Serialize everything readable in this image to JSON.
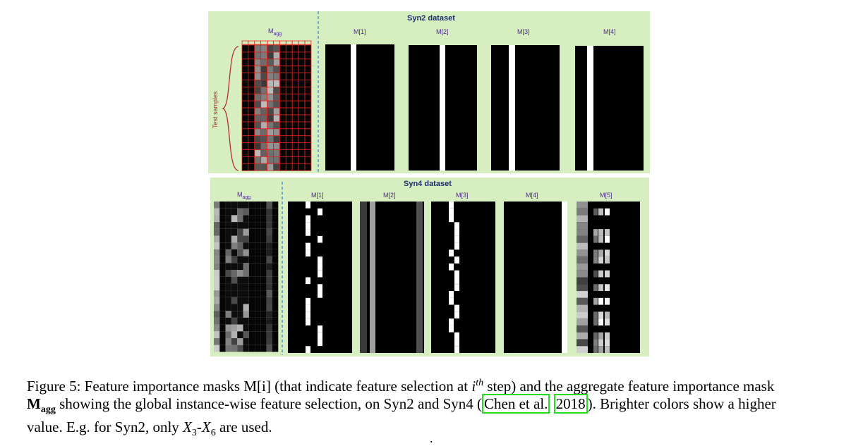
{
  "syn2": {
    "title": "Syn2 dataset",
    "agg_label": "M",
    "agg_sub": "agg",
    "side_label": "Test samples",
    "masks": [
      "M[1]",
      "M[2]",
      "M[3]",
      "M[4]"
    ]
  },
  "syn4": {
    "title": "Syn4 dataset",
    "agg_label": "M",
    "agg_sub": "agg",
    "masks": [
      "M[1]",
      "M[2]",
      "M[3]",
      "M[4]",
      "M[5]"
    ]
  },
  "caption": {
    "fig": "Figure 5:",
    "t1": " Feature importance masks ",
    "m_i": "M[i]",
    "t2": " (that indicate feature selection at ",
    "i_th_base": "i",
    "i_th_sup": "th",
    "t3": " step) and the aggregate feature importance mask",
    "magg_base": "M",
    "magg_sub": "agg",
    "t4": " showing the global instance-wise feature selection, on Syn2 and Syn4 (",
    "cite_a": "Chen et al.",
    "cite_b": "2018",
    "t5": "). Brighter colors show a higher",
    "t6": "value. E.g. for Syn2, only ",
    "x3": "X",
    "x3_sub": "3",
    "dash": "-",
    "x6": "X",
    "x6_sub": "6",
    "t7": " are used.",
    "page_dot": "."
  }
}
